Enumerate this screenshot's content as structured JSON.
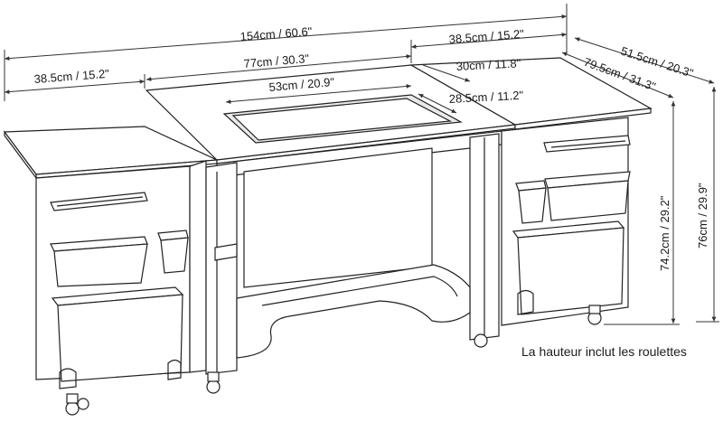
{
  "dimensions": {
    "total_width": "154cm / 60.6\"",
    "left_leaf": "38.5cm / 15.2\"",
    "right_leaf": "38.5cm / 15.2\"",
    "center_top": "77cm / 30.3\"",
    "opening_width": "53cm / 20.9\"",
    "opening_depth": "28.5cm / 11.2\"",
    "insert_depth": "30cm / 11.8\"",
    "depth_outer": "51.5cm / 20.3\"",
    "depth_inner": "79.5cm / 31.3\"",
    "height_inner": "74.2cm / 29.2\"",
    "height_outer": "76cm / 29.9\""
  },
  "note": "La hauteur inclut les roulettes"
}
